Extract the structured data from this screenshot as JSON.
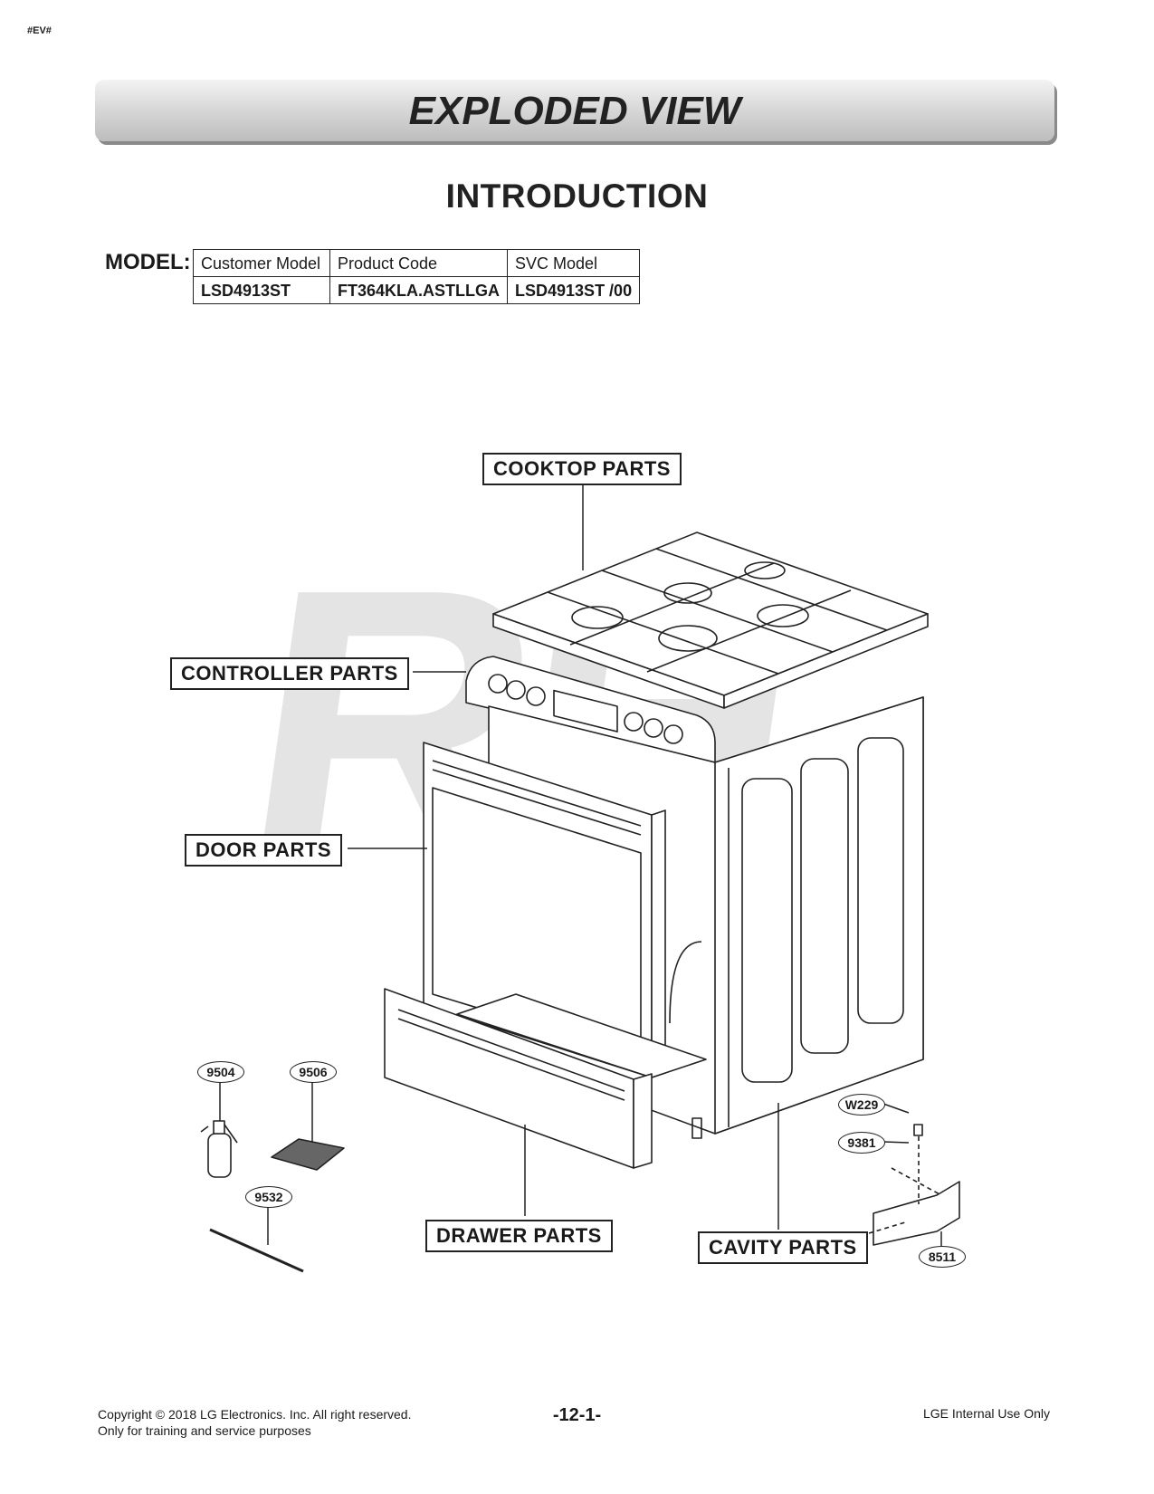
{
  "header_tag": "#EV#",
  "banner_title": "EXPLODED VIEW",
  "section_title": "INTRODUCTION",
  "model": {
    "label": "MODEL:",
    "headers": [
      "Customer Model",
      "Product Code",
      "SVC Model"
    ],
    "values": [
      "LSD4913ST",
      "FT364KLA.ASTLLGA",
      "LSD4913ST /00"
    ]
  },
  "watermark": "RH",
  "part_groups": {
    "cooktop": "COOKTOP PARTS",
    "controller": "CONTROLLER PARTS",
    "door": "DOOR PARTS",
    "drawer": "DRAWER PARTS",
    "cavity": "CAVITY PARTS"
  },
  "callouts": {
    "c9504": "9504",
    "c9506": "9506",
    "c9532": "9532",
    "cW229": "W229",
    "c9381": "9381",
    "c8511": "8511"
  },
  "footer": {
    "copyright": "Copyright © 2018 LG Electronics. Inc. All right reserved.",
    "training": "Only for training and service purposes",
    "page": "-12-1-",
    "internal": "LGE Internal Use Only"
  }
}
